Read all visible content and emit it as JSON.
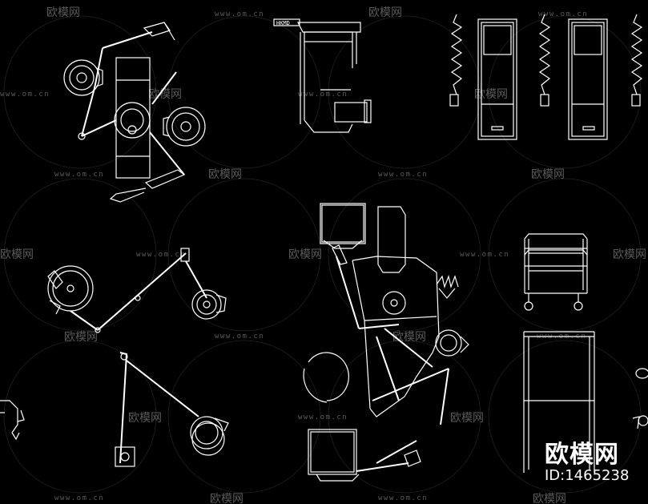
{
  "watermark": {
    "brand_text": "欧模网",
    "url_text": "www.om.cn",
    "color": "#5a5a5a"
  },
  "brand_stamp": {
    "name": "欧模网",
    "id_label": "ID:1465238"
  },
  "drawings": [
    {
      "icon": "dental-light-arm-icon"
    },
    {
      "icon": "dental-chair-side-icon"
    },
    {
      "icon": "cabinet-elevation-icon"
    },
    {
      "icon": "dental-chair-plan-icon"
    },
    {
      "icon": "instrument-cart-icon"
    },
    {
      "icon": "cart-frame-icon"
    }
  ]
}
